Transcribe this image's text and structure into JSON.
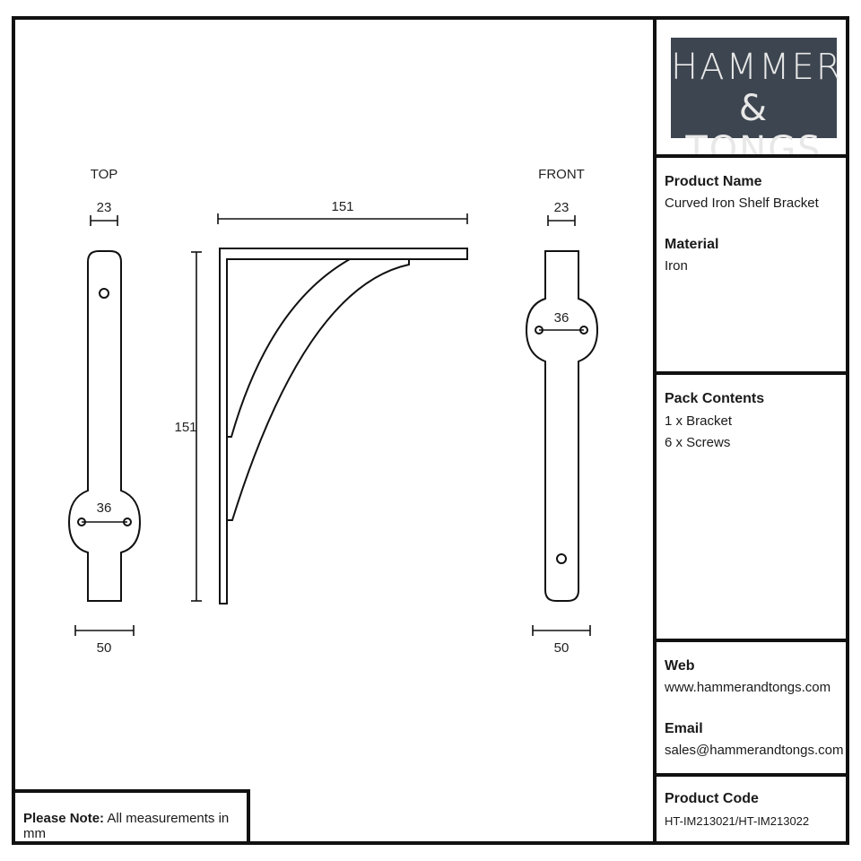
{
  "brand": {
    "line1": "HAMMER",
    "line2": "& TONGS"
  },
  "views": {
    "top": {
      "label": "TOP",
      "width_dim": "23",
      "hole_spacing_dim": "36",
      "plate_width_dim": "50"
    },
    "side": {
      "length_dim": "151",
      "height_dim": "151"
    },
    "front": {
      "label": "FRONT",
      "width_dim": "23",
      "hole_spacing_dim": "36",
      "plate_width_dim": "50"
    }
  },
  "info": {
    "product_name_label": "Product Name",
    "product_name": "Curved Iron Shelf Bracket",
    "material_label": "Material",
    "material": "Iron",
    "pack_contents_label": "Pack Contents",
    "pack_contents": [
      "1 x Bracket",
      "6 x Screws"
    ],
    "web_label": "Web",
    "web": "www.hammerandtongs.com",
    "email_label": "Email",
    "email": "sales@hammerandtongs.com",
    "product_code_label": "Product Code",
    "product_code": "HT-IM213021/HT-IM213022"
  },
  "note": {
    "label": "Please Note:",
    "text": "All measurements in mm"
  },
  "colors": {
    "logo_bg": "#3d4550",
    "line": "#111111"
  }
}
